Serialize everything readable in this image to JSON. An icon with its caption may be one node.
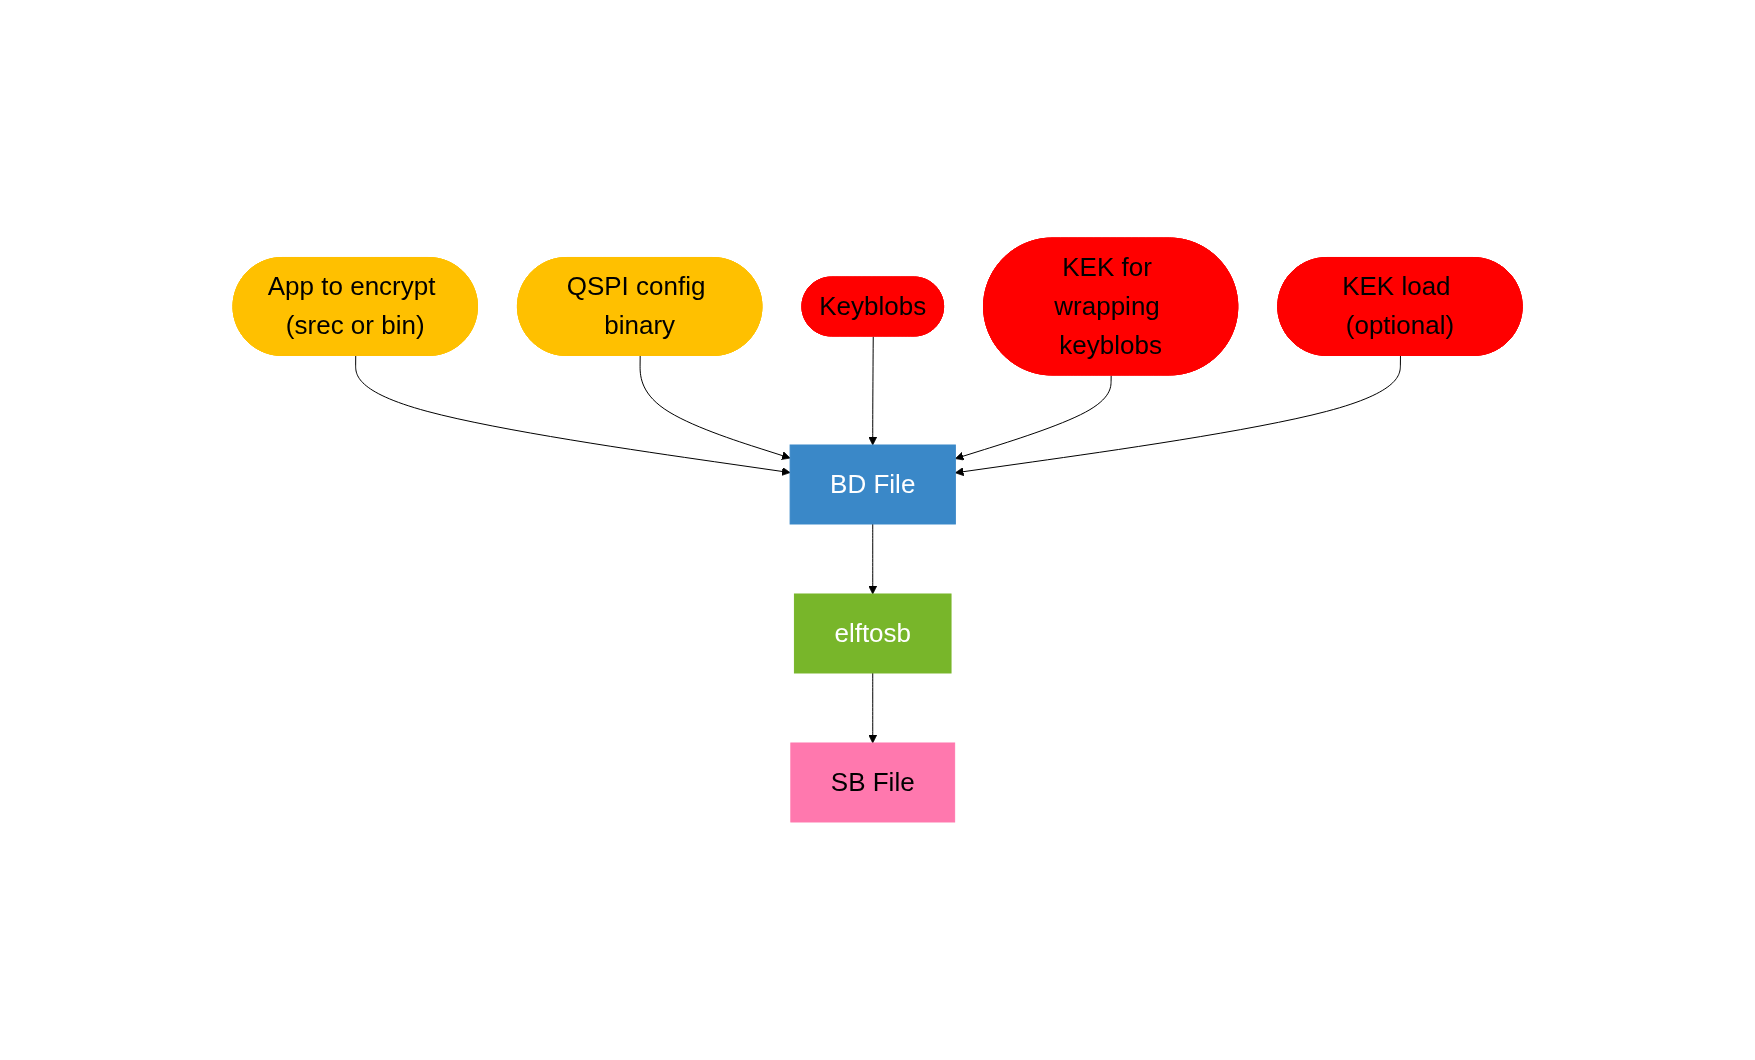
{
  "diagram": {
    "nodes": [
      {
        "text": [
          "App to encrypt (srec or bin)"
        ]
      },
      {
        "text": [
          "QSPI config binary"
        ]
      },
      {
        "text": [
          "Keyblobs"
        ]
      },
      {
        "text": [
          "BD File"
        ]
      },
      {
        "text": [
          "KEK for wrapping keyblobs"
        ]
      },
      {
        "text": [
          "KEK load (optional)"
        ]
      },
      {
        "text": [
          "elftosb"
        ]
      },
      {
        "text": [
          "SB File"
        ]
      }
    ],
    "edges": [
      {
        "from": 0,
        "to": 3,
        "arrow": "to"
      },
      {
        "from": 1,
        "to": 3,
        "arrow": "to"
      },
      {
        "from": 2,
        "to": 3,
        "arrow": "to"
      },
      {
        "from": 4,
        "to": 3,
        "arrow": "to"
      },
      {
        "from": 5,
        "to": 3,
        "arrow": "to"
      },
      {
        "from": 3,
        "to": 6,
        "arrow": "to"
      },
      {
        "from": 6,
        "to": 7,
        "arrow": "to"
      }
    ]
  }
}
